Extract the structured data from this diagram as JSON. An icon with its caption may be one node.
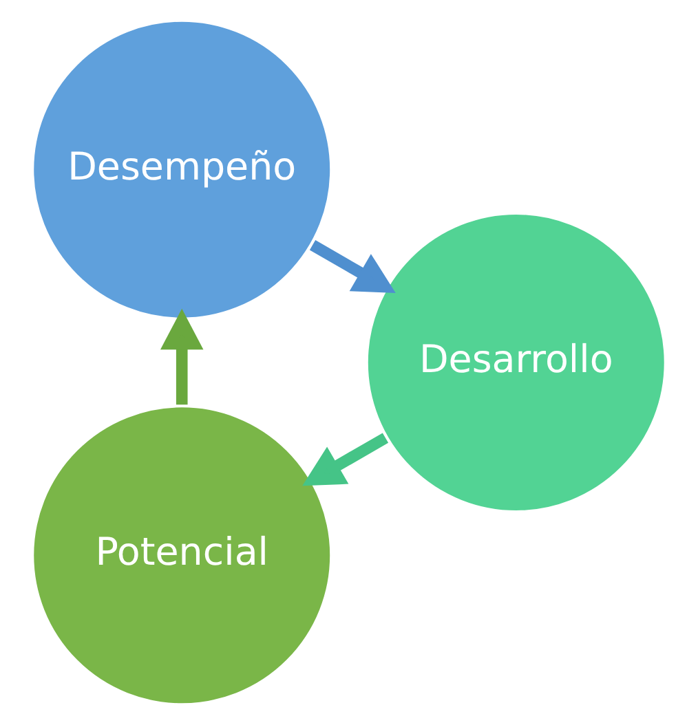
{
  "diagram": {
    "nodes": [
      {
        "text": [
          "Potencial"
        ]
      },
      {
        "text": [
          "Desempeño"
        ]
      },
      {
        "text": [
          "Desarrollo"
        ]
      }
    ],
    "edges": [
      {
        "from": 0,
        "to": 1,
        "arrow": "to",
        "color": "#6aa83e"
      },
      {
        "from": 1,
        "to": 2,
        "arrow": "to",
        "color": "#4f8fcf"
      },
      {
        "from": 2,
        "to": 0,
        "arrow": "to",
        "color": "#45c487"
      }
    ]
  }
}
